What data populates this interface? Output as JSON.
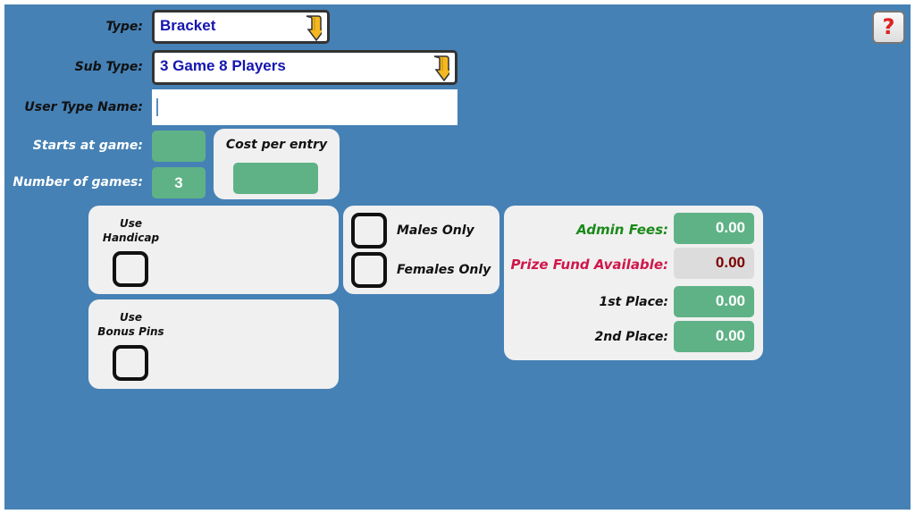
{
  "form": {
    "type_label": "Type:",
    "type_value": "Bracket",
    "subtype_label": "Sub Type:",
    "subtype_value": "3 Game 8 Players",
    "user_type_name_label": "User Type Name:",
    "user_type_name_value": "",
    "starts_at_game_label": "Starts at game:",
    "starts_at_game_value": "",
    "number_of_games_label": "Number of games:",
    "number_of_games_value": "3",
    "cost_per_entry_label": "Cost per entry",
    "cost_per_entry_value": ""
  },
  "options": {
    "use_handicap_label": "Use\nHandicap",
    "use_handicap_checked": false,
    "use_bonus_pins_label": "Use\nBonus Pins",
    "use_bonus_pins_checked": false,
    "males_only_label": "Males Only",
    "males_only_checked": false,
    "females_only_label": "Females Only",
    "females_only_checked": false
  },
  "prizes": {
    "admin_fees_label": "Admin Fees:",
    "admin_fees_value": "0.00",
    "prize_fund_label": "Prize Fund Available:",
    "prize_fund_value": "0.00",
    "first_place_label": "1st Place:",
    "first_place_value": "0.00",
    "second_place_label": "2nd Place:",
    "second_place_value": "0.00"
  },
  "help": {
    "icon": "question-mark"
  }
}
